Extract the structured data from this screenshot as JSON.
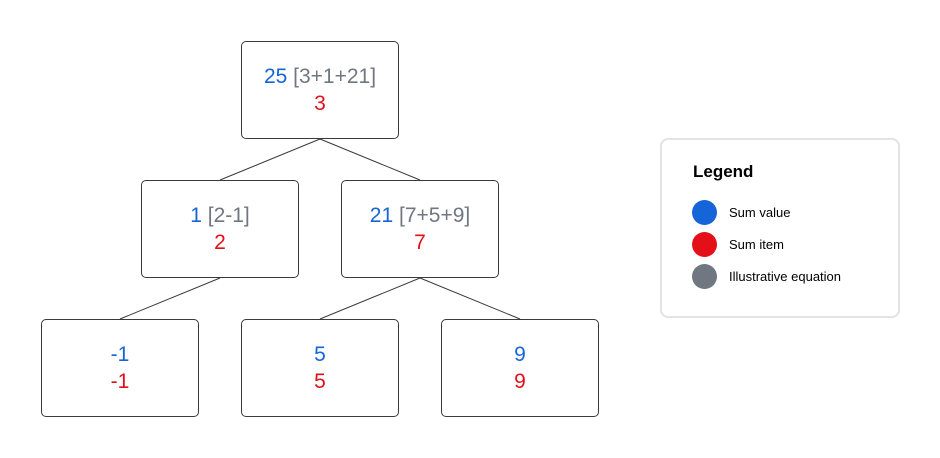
{
  "colors": {
    "sum_value": "#1565d8",
    "sum_item": "#e3101a",
    "equation": "#707781",
    "border": "#3a3a3a"
  },
  "tree": {
    "root": {
      "value": "25",
      "equation": "[3+1+21]",
      "item": "3"
    },
    "left": {
      "value": "1",
      "equation": "[2-1]",
      "item": "2"
    },
    "right": {
      "value": "21",
      "equation": "[7+5+9]",
      "item": "7"
    },
    "left_left": {
      "value": "-1",
      "equation": "",
      "item": "-1"
    },
    "right_left": {
      "value": "5",
      "equation": "",
      "item": "5"
    },
    "right_right": {
      "value": "9",
      "equation": "",
      "item": "9"
    }
  },
  "edges": [
    [
      "root",
      "left"
    ],
    [
      "root",
      "right"
    ],
    [
      "left",
      "left_left"
    ],
    [
      "right",
      "right_left"
    ],
    [
      "right",
      "right_right"
    ]
  ],
  "legend": {
    "title": "Legend",
    "items": [
      {
        "label": "Sum value",
        "color": "#1565d8"
      },
      {
        "label": "Sum item",
        "color": "#e3101a"
      },
      {
        "label": "Illustrative equation",
        "color": "#707781"
      }
    ]
  }
}
